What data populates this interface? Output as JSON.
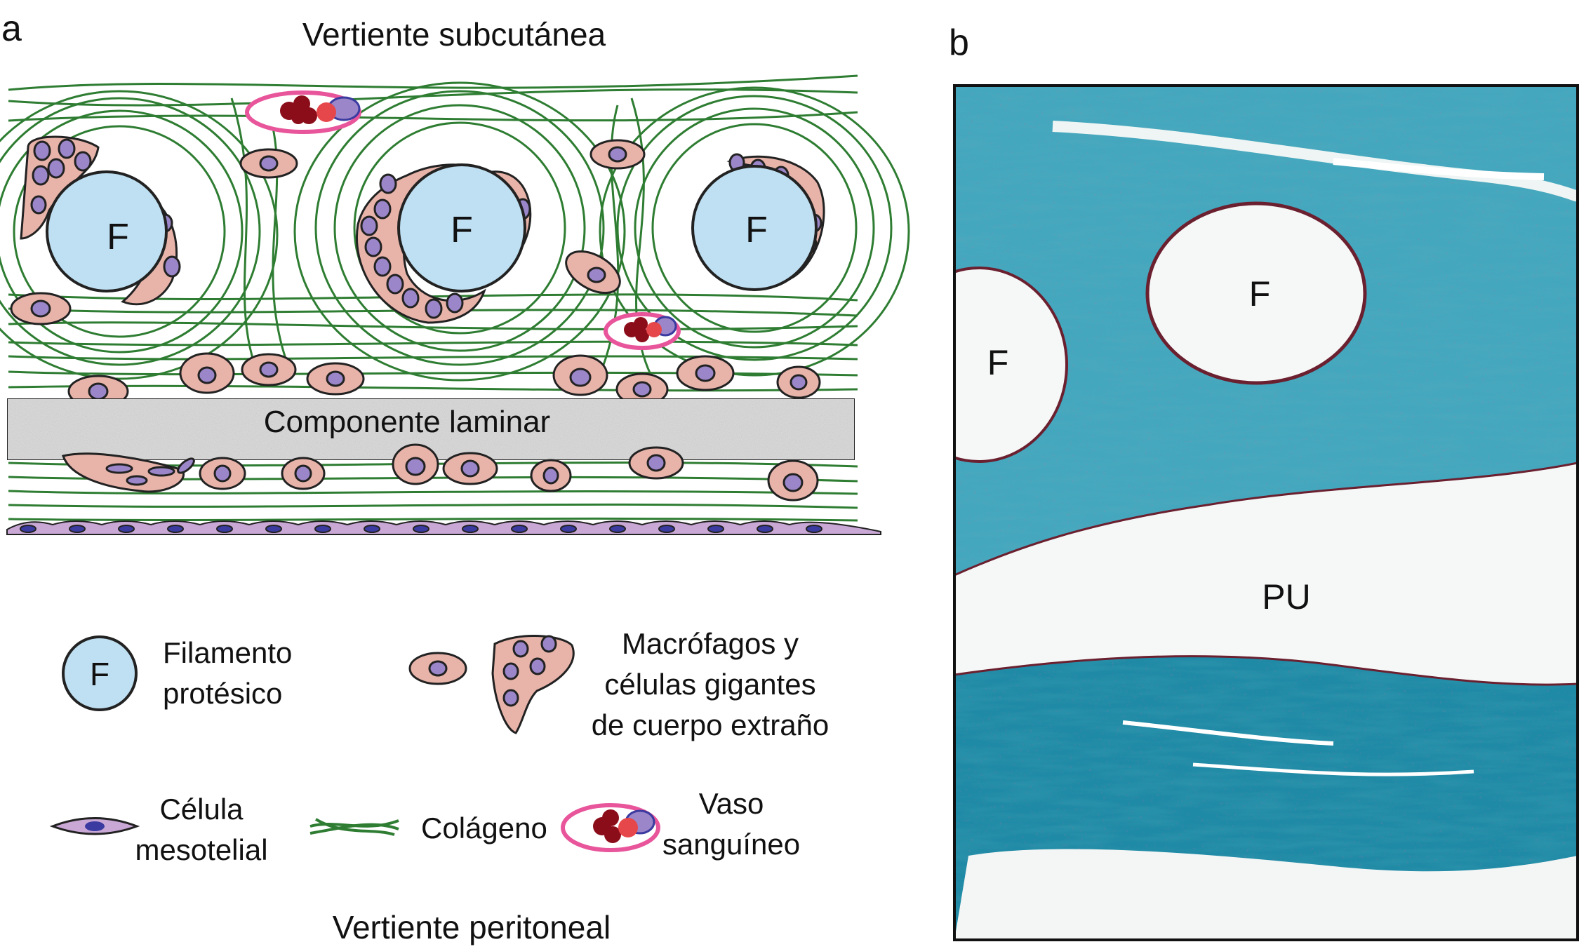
{
  "panel_a": {
    "letter": "a",
    "top_side": "Vertiente subcutánea",
    "bottom_side": "Vertiente peritoneal",
    "laminar": "Componente laminar",
    "filament_letter": "F",
    "legend": {
      "filament_line1": "Filamento",
      "filament_line2": "protésico",
      "macro_line1": "Macrófagos y",
      "macro_line2": "células gigantes",
      "macro_line3": "de cuerpo extraño",
      "meso_line1": "Célula",
      "meso_line2": "mesotelial",
      "collagen": "Colágeno",
      "vessel_line1": "Vaso",
      "vessel_line2": "sanguíneo"
    }
  },
  "panel_b": {
    "letter": "b",
    "label_f1": "F",
    "label_f2": "F",
    "label_pu": "PU"
  },
  "colors": {
    "collagen": "#2e7d32",
    "filament": "#bfe0f2",
    "cell": "#e8b4aa",
    "nucleus": "#9b86c9",
    "laminar": "#dcdcdc",
    "mesothelial": "#c9a8d6",
    "vessel_ring": "#e8559b",
    "blood": "#8b0d1a",
    "stain": "#2a9bb5"
  }
}
